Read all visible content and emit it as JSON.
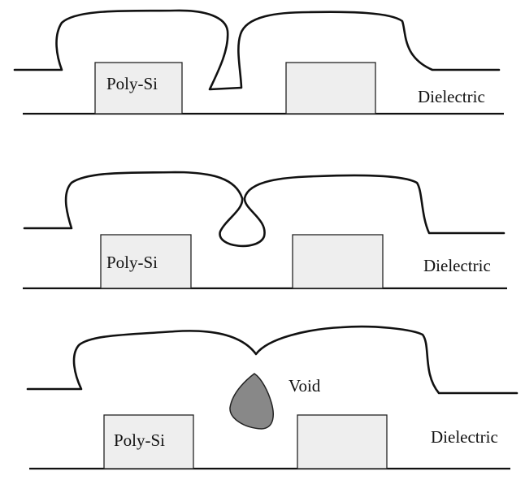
{
  "panels": [
    {
      "id": "top",
      "poly_label": "Poly-Si",
      "dielectric_label": "Dielectric"
    },
    {
      "id": "middle",
      "poly_label": "Poly-Si",
      "dielectric_label": "Dielectric"
    },
    {
      "id": "bottom",
      "poly_label": "Poly-Si",
      "dielectric_label": "Dielectric",
      "void_label": "Void"
    }
  ],
  "colors": {
    "line": "#111111",
    "gate_fill": "#eeeeee",
    "void_fill": "#888888"
  }
}
